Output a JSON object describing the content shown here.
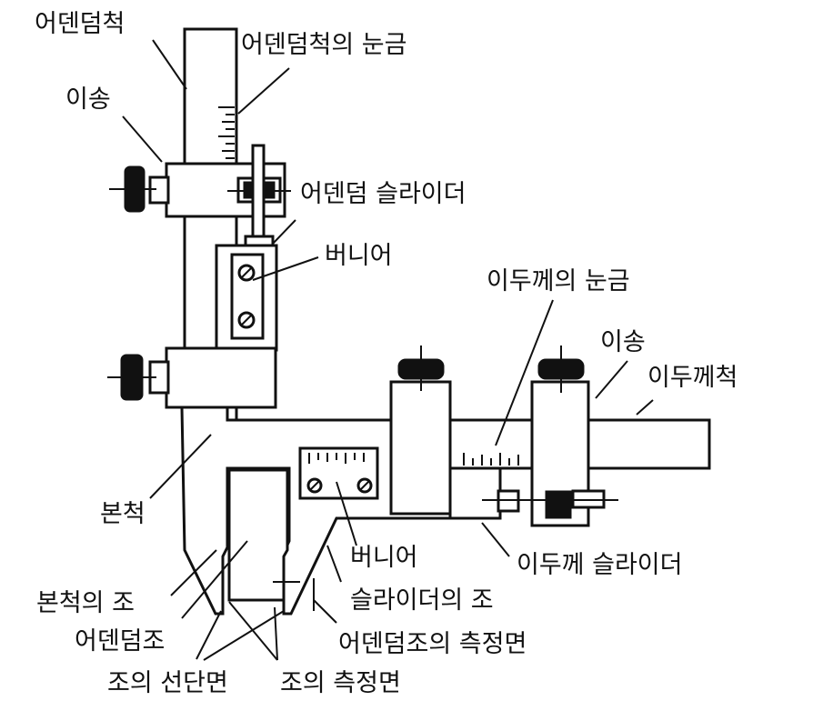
{
  "labels": {
    "heightGauge": "어덴덤척",
    "heightScale": "어덴덤척의 눈금",
    "feedLeft": "이송",
    "heightSlider": "어덴덤 슬라이더",
    "vernierTop": "버니어",
    "thicknessScale": "이두께의 눈금",
    "feedRight": "이송",
    "thicknessGauge": "이두께척",
    "mainScale": "본척",
    "thicknessSlider": "이두께 슬라이더",
    "vernierBottom": "버니어",
    "sliderJaw": "슬라이더의 조",
    "mainJaw": "본척의 조",
    "addendumJaw": "어덴덤조",
    "addendumFace": "어덴덤조의 측정면",
    "jawTipFace": "조의 선단면",
    "jawMeasureFace": "조의 측정면"
  },
  "colors": {
    "ink": "#111111",
    "paper": "#ffffff"
  }
}
